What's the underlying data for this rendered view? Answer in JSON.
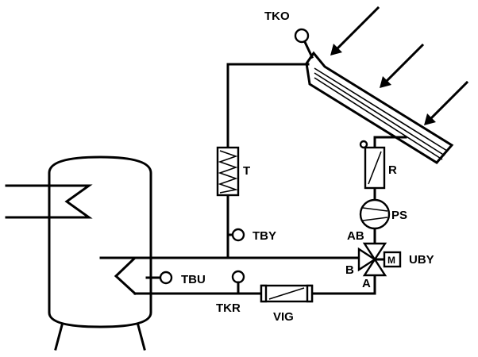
{
  "labels": {
    "tko": "TKO",
    "t": "T",
    "r": "R",
    "ps": "PS",
    "tby": "TBY",
    "ab": "AB",
    "b": "B",
    "m": "M",
    "uby": "UBY",
    "a": "A",
    "tbu": "TBU",
    "tkr": "TKR",
    "vig": "VIG"
  },
  "colors": {
    "line": "#000000",
    "background": "#ffffff"
  }
}
